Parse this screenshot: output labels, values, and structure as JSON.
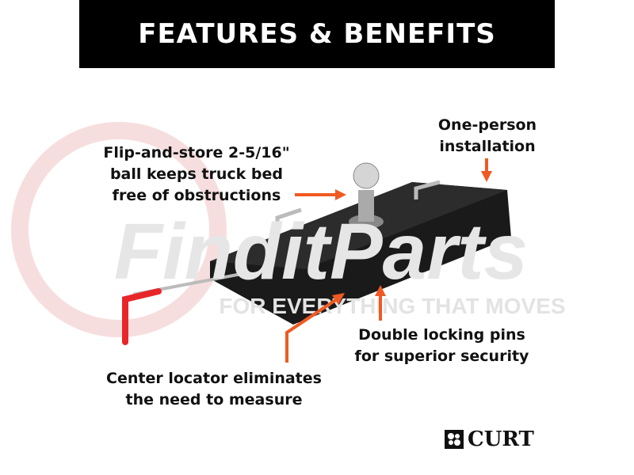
{
  "banner": {
    "title": "FEATURES & BENEFITS"
  },
  "watermark": {
    "brand": "FinditParts",
    "tagline": "FOR EVERYTHING THAT MOVES"
  },
  "callouts": [
    {
      "lines": [
        "Flip-and-store 2-5/16\"",
        "ball keeps truck bed",
        "free of obstructions"
      ]
    },
    {
      "lines": [
        "One-person",
        "installation"
      ]
    },
    {
      "lines": [
        "Double locking pins",
        "for superior security"
      ]
    },
    {
      "lines": [
        "Center locator eliminates",
        "the need to measure"
      ]
    }
  ],
  "logo": {
    "name": "CURT"
  },
  "colors": {
    "accent": "#f05a22",
    "banner": "#000000"
  }
}
